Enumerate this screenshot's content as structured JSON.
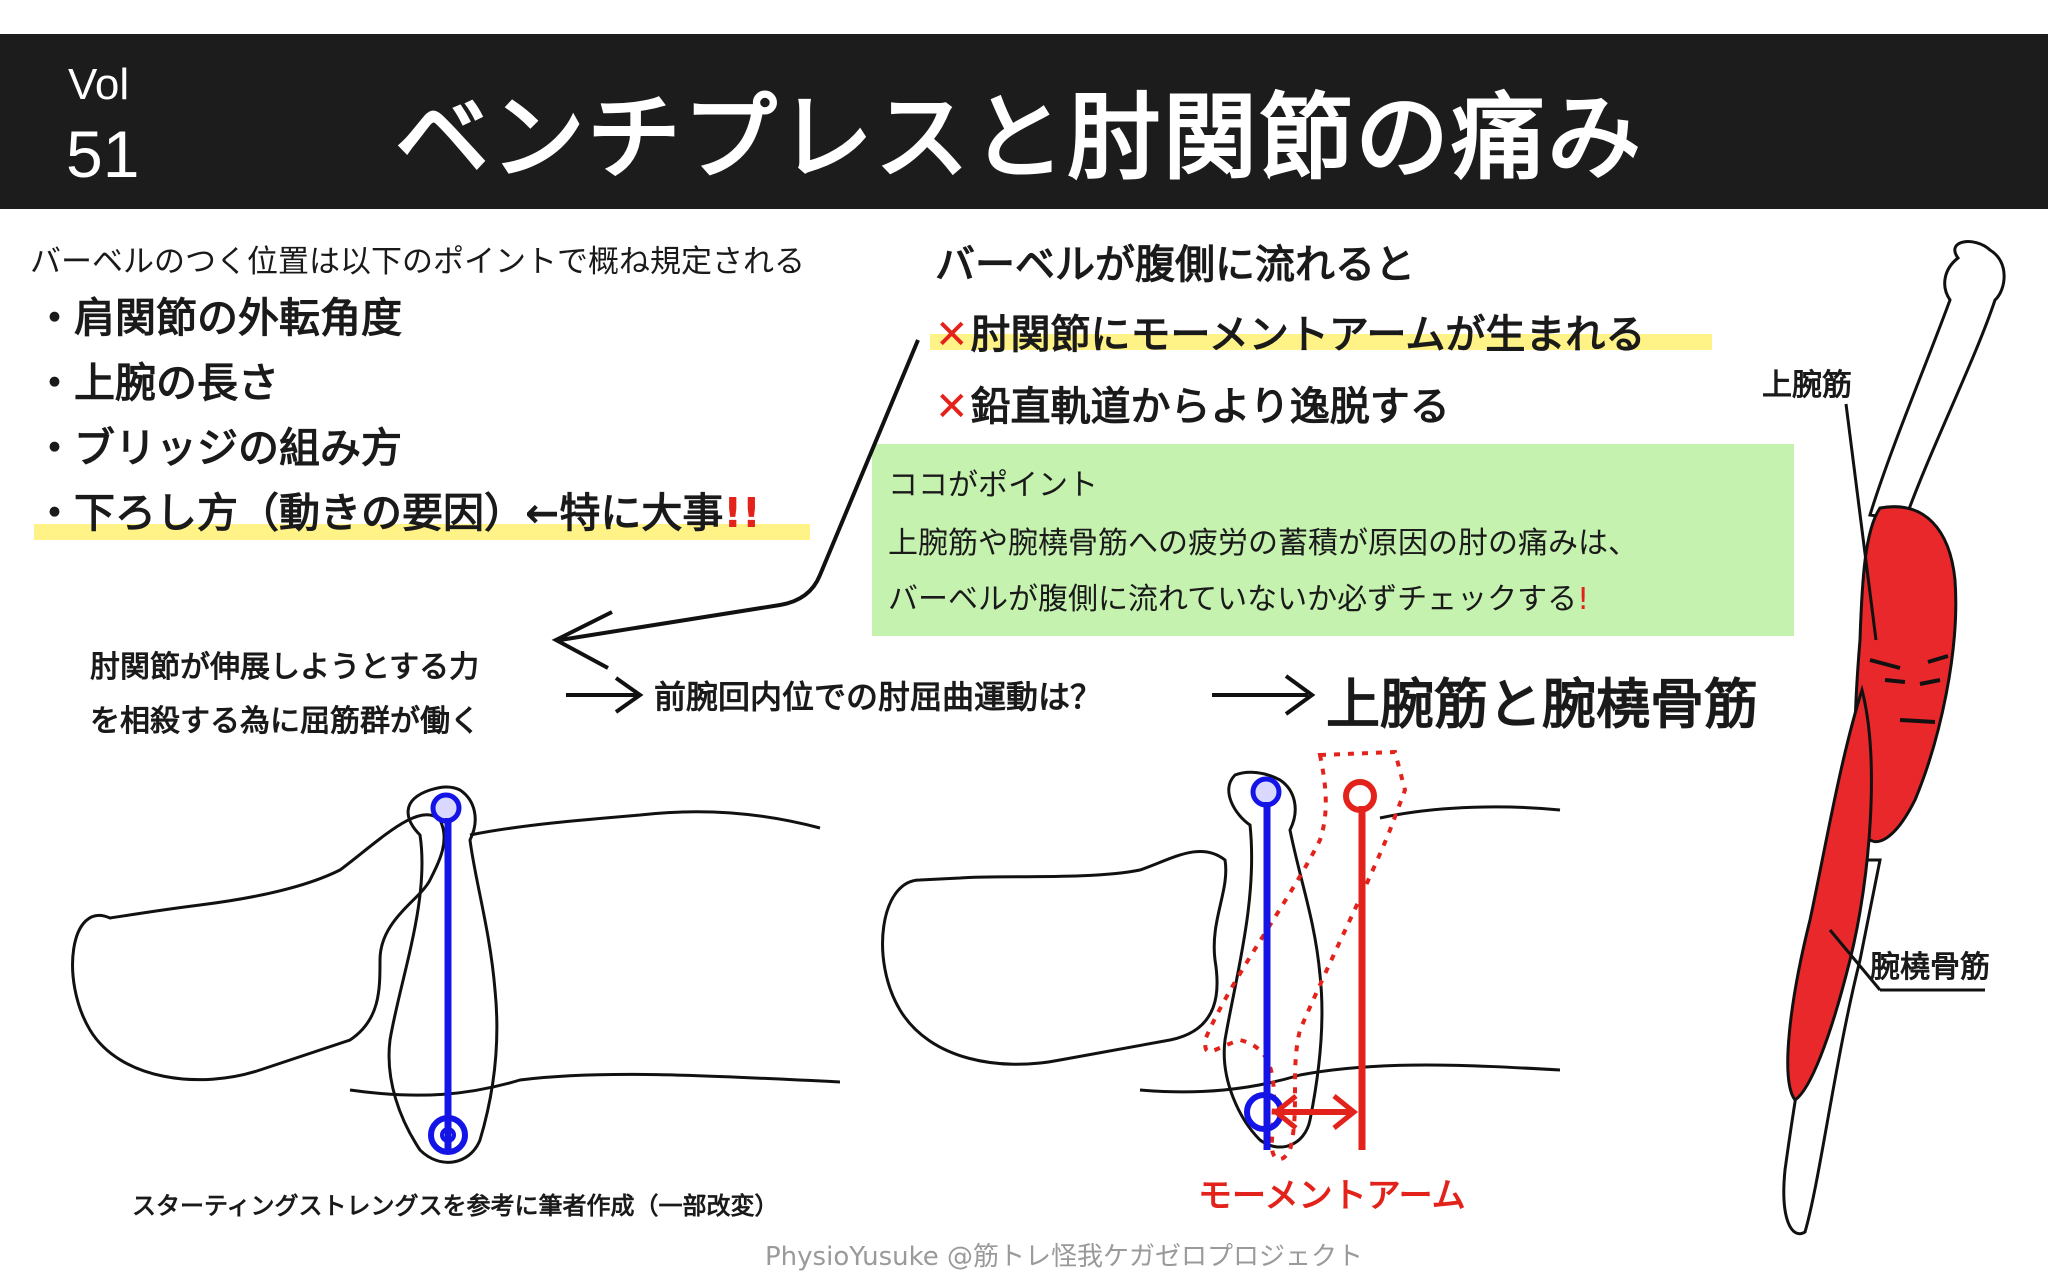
{
  "header": {
    "vol_label": "Vol",
    "vol_number": "51",
    "title": "ベンチプレスと肘関節の痛み"
  },
  "left": {
    "intro": "バーベルのつく位置は以下のポイントで概ね規定される",
    "items": [
      "肩関節の外転角度",
      "上腕の長さ",
      "ブリッジの組み方"
    ],
    "last_item": "下ろし方（動きの要因）←特に大事",
    "last_item_mark": "!!"
  },
  "right": {
    "heading": "バーベルが腹側に流れると",
    "x_mark": "✕",
    "points": [
      "肘関節にモーメントアームが生まれる",
      "鉛直軌道からより逸脱する"
    ]
  },
  "green_box": {
    "title": "ココがポイント",
    "line1": "上腕筋や腕橈骨筋への疲労の蓄積が原因の肘の痛みは、",
    "line2": "バーベルが腹側に流れていないか必ずチェックする",
    "line2_mark": "!"
  },
  "mechanism": {
    "force_line1": "肘関節が伸展しようとする力",
    "force_line2": "を相殺する為に屈筋群が働く",
    "chain": "前腕回内位での肘屈曲運動は？",
    "conclusion": "上腕筋と腕橈骨筋"
  },
  "figures": {
    "caption": "スターティングストレングスを参考に筆者作成（一部改変）",
    "moment_arm_label": "モーメントアーム"
  },
  "muscle_labels": {
    "brachialis": "上腕筋",
    "brachioradialis": "腕橈骨筋"
  },
  "credit": "PhysioYusuke @筋トレ怪我ケガゼロプロジェクト",
  "colors": {
    "header_bg": "#1c1c1c",
    "accent_red": "#e3231b",
    "line_blue": "#1414e6",
    "highlight_yellow": "#fff27a",
    "green_box": "#c6f2b0"
  }
}
